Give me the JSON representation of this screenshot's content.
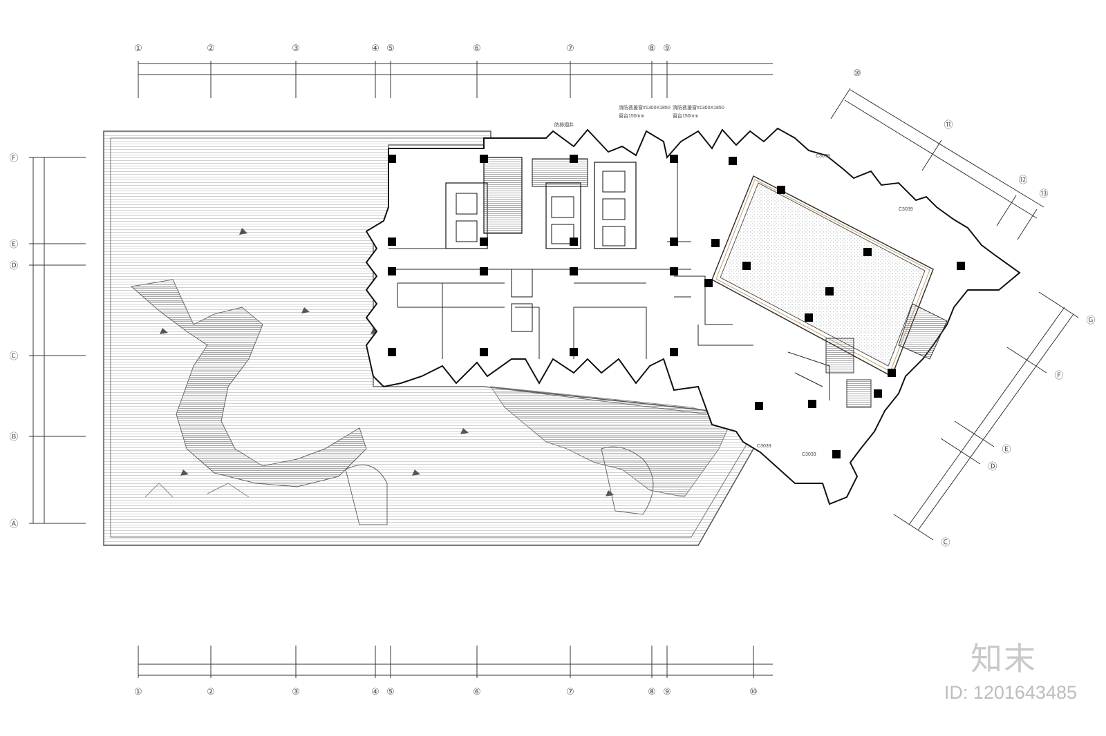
{
  "drawing": {
    "axes_top": [
      "①",
      "②",
      "③",
      "④",
      "⑤",
      "⑥",
      "⑦",
      "⑧",
      "⑨"
    ],
    "axes_bottom": [
      "①",
      "②",
      "③",
      "④",
      "⑤",
      "⑥",
      "⑦",
      "⑧",
      "⑨",
      "⑩"
    ],
    "axes_left": [
      "Ⓕ",
      "Ⓔ",
      "Ⓓ",
      "Ⓒ",
      "Ⓑ",
      "Ⓐ"
    ],
    "axes_diagonal_top": [
      "⑩",
      "⑪",
      "⑫",
      "⑬"
    ],
    "axes_diagonal_right": [
      "Ⓖ",
      "Ⓕ",
      "Ⓔ",
      "Ⓓ",
      "Ⓒ"
    ],
    "notes": {
      "note_1": "消防救援窗#1300X1850",
      "note_1b": "窗台150mm",
      "note_2": "消防救援窗#1300X1850",
      "note_2b": "窗台150mm",
      "note_3": "防排烟井",
      "window_code": "C3039"
    },
    "colors": {
      "line": "#222222",
      "hatch": "#9a9a9a",
      "pattern": "#7d7d7d",
      "column": "#000000"
    }
  },
  "watermark": {
    "brand": "知末",
    "id": "ID: 1201643485"
  }
}
